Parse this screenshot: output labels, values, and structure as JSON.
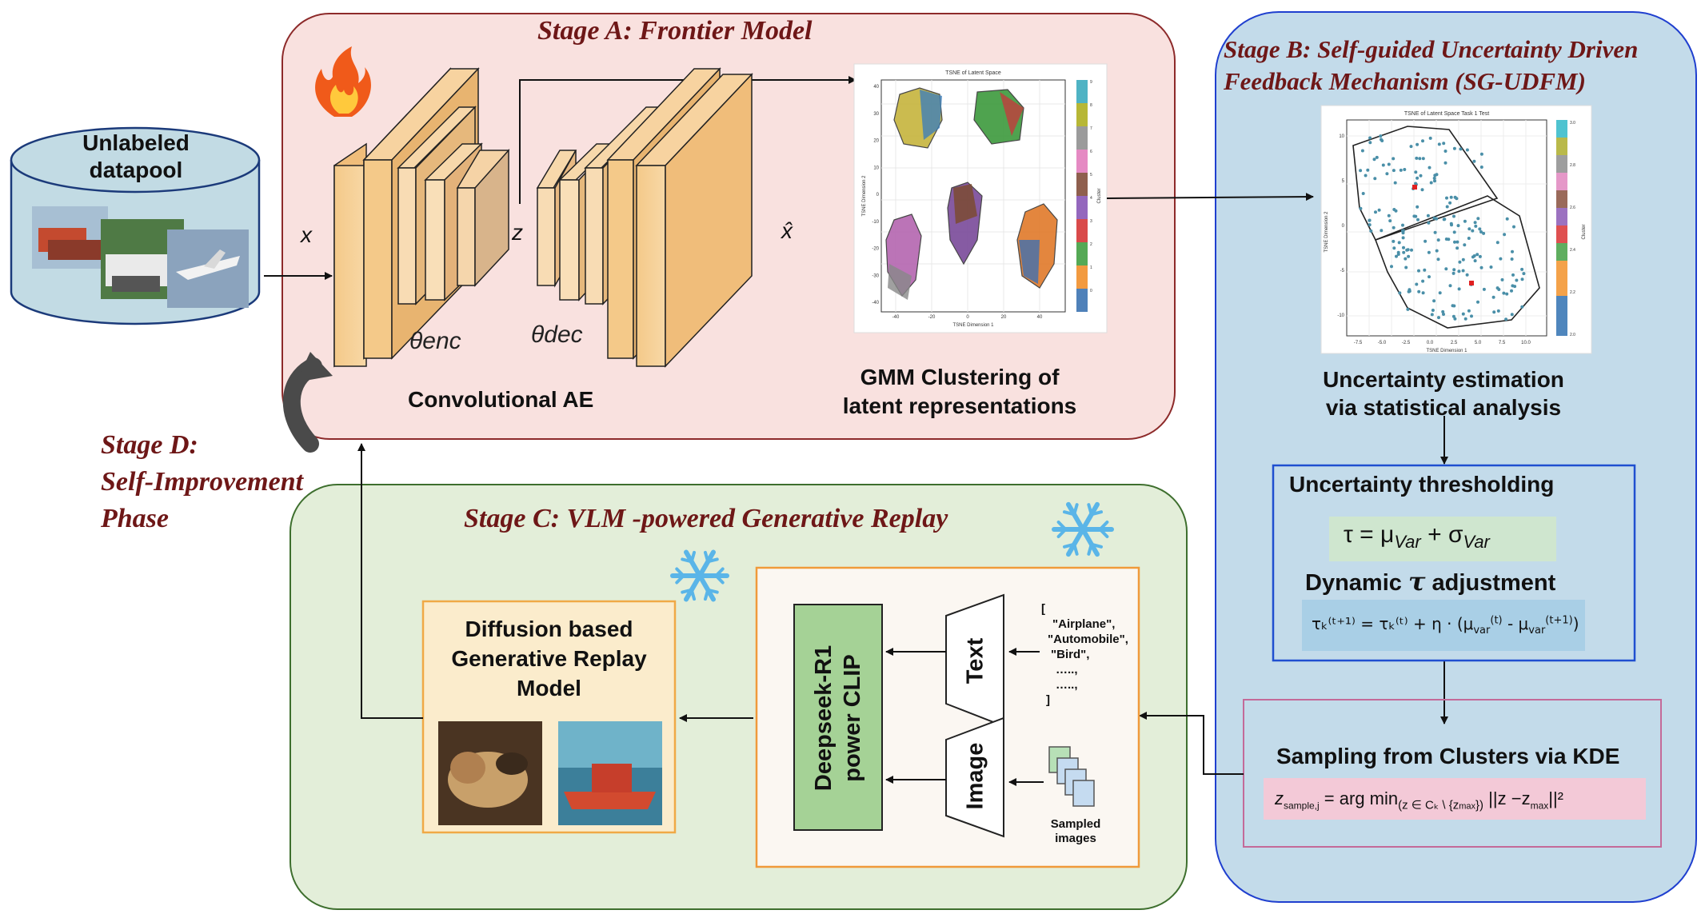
{
  "stage_a": {
    "title": "Stage A:  Frontier Model",
    "ae_label": "Convolutional AE",
    "x_label": "x",
    "z_label": "z",
    "xhat_label": "x̂",
    "theta_enc": "θenc",
    "theta_dec": "θdec",
    "gmm_label_line1": "GMM Clustering of",
    "gmm_label_line2": "latent representations",
    "tsne_title": "TSNE of Latent Space",
    "tsne_xlabel": "TSNE Dimension 1",
    "tsne_ylabel": "TSNE Dimension 2",
    "tsne_cbar_label": "Cluster",
    "tsne_yticks": [
      "40",
      "30",
      "20",
      "10",
      "0",
      "-10",
      "-20",
      "-30",
      "-40"
    ],
    "tsne_xticks": [
      "-40",
      "-20",
      "0",
      "20",
      "40"
    ],
    "tsne_cticks": [
      "9",
      "8",
      "7",
      "6",
      "5",
      "4",
      "3",
      "2",
      "1",
      "0"
    ],
    "fire_icon": "fire-icon"
  },
  "datapool": {
    "line1": "Unlabeled",
    "line2": "datapool"
  },
  "stage_b": {
    "title_line1": "Stage B:  Self-guided Uncertainty Driven",
    "title_line2": "Feedback Mechanism (SG-UDFM)",
    "tsne_title": "TSNE of Latent Space Task 1 Test",
    "tsne_xlabel": "TSNE Dimension 1",
    "tsne_ylabel": "TSNE Dimension 2",
    "tsne_cbar_label": "Cluster",
    "tsne_yticks": [
      "10",
      "5",
      "0",
      "-5",
      "-10"
    ],
    "tsne_xticks": [
      "-7.5",
      "-5.0",
      "-2.5",
      "0.0",
      "2.5",
      "5.0",
      "7.5",
      "10.0"
    ],
    "tsne_cticks": [
      "3.0",
      "2.8",
      "2.6",
      "2.4",
      "2.2",
      "2.0"
    ],
    "uncert_line1": "Uncertainty estimation",
    "uncert_line2": "via statistical analysis",
    "thresh_title": "Uncertainty thresholding",
    "tau_eq": "τ  =  μ",
    "tau_var1": "Var",
    "tau_plus": "  +  σ",
    "tau_var2": "Var",
    "dyn_title": "Dynamic ",
    "dyn_tau": "τ",
    "dyn_rest": " adjustment",
    "update_eq": "τₖ⁽ᵗ⁺¹⁾ = τₖ⁽ᵗ⁾ + η · (μ",
    "update_var1": "var",
    "update_sup1": "(t)",
    "update_minus": " - μ",
    "update_var2": "var",
    "update_sup2": "(t+1)",
    "update_close": ")",
    "sampling_title": "Sampling from Clusters via KDE",
    "sampling_eq_pre": "z",
    "sampling_eq_sub": "sample,j",
    "sampling_eq_mid": " = arg min",
    "sampling_eq_sub2": "(z ∈ Cₖ \\ {z",
    "sampling_eq_sub3": "max",
    "sampling_eq_sub4": "})",
    "sampling_eq_post": " ||z −z",
    "sampling_eq_sub5": "max",
    "sampling_eq_end": "||²"
  },
  "stage_c": {
    "title": "Stage C:  VLM -powered Generative Replay",
    "diffusion_line1": "Diffusion based",
    "diffusion_line2": "Generative Replay",
    "diffusion_line3": "Model",
    "clip_line1": "Deepseek-R1",
    "clip_line2": "power CLIP",
    "text_encoder": "Text",
    "image_encoder": "Image",
    "class_list": [
      "[",
      "\"Airplane\",",
      "\"Automobile\",",
      "\"Bird\",",
      "…..,",
      "…..,",
      "]"
    ],
    "sampled_line1": "Sampled",
    "sampled_line2": "images",
    "snow_icon": "snowflake-icon"
  },
  "stage_d": {
    "line1": "Stage D:",
    "line2": "Self-Improvement",
    "line3": "Phase"
  }
}
